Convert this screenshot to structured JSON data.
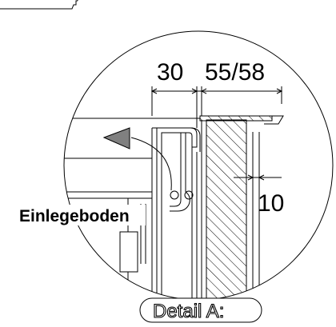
{
  "drawing": {
    "dimensions": {
      "left_width": "30",
      "right_width": "55/58",
      "gap": "10"
    },
    "labels": {
      "shelf": "Einlegeboden",
      "detail": "Detail A:"
    }
  }
}
